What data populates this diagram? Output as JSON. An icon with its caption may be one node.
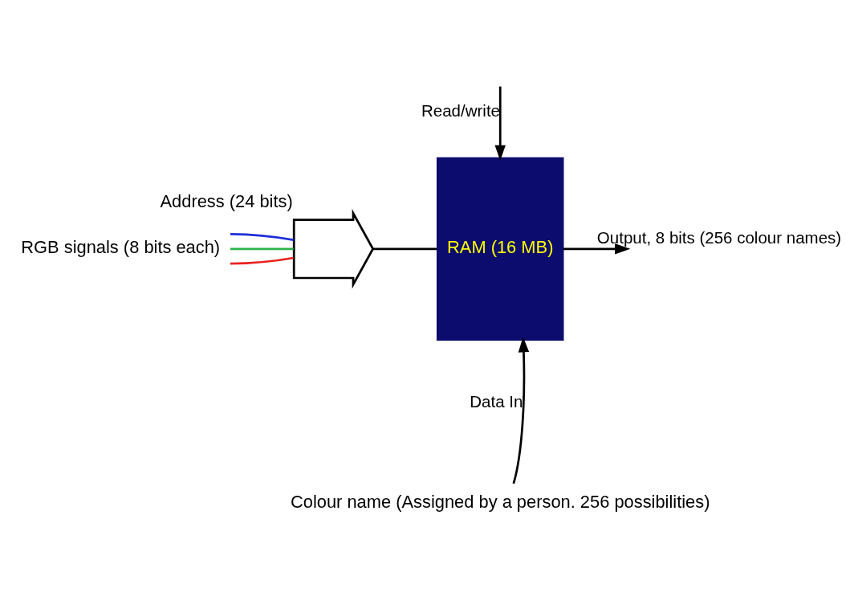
{
  "diagram": {
    "nodes": [
      {
        "text": [
          "RAM (16 MB)"
        ]
      },
      {
        "text": [
          "RGB signals (8 bits each)"
        ]
      },
      {
        "text": [],
        "shape": "arrow",
        "beside": [
          "Address (24 bits)"
        ]
      },
      {
        "text": [
          "Colour name (Assigned by a person. 256 possibilities)"
        ]
      }
    ],
    "edges": [
      {
        "from": null,
        "to": 0,
        "arrow": "to",
        "label": "Read/write"
      },
      {
        "from": 1,
        "to": 2,
        "arrow": "none",
        "color": "#e8211f"
      },
      {
        "from": 1,
        "to": 2,
        "arrow": "none",
        "color": "#2db34a"
      },
      {
        "from": 1,
        "to": 2,
        "arrow": "none",
        "color": "#1f2fd9"
      },
      {
        "from": 2,
        "to": 0,
        "arrow": "none"
      },
      {
        "from": 0,
        "to": null,
        "arrow": "to",
        "label": "Output, 8 bits (256 colour names)"
      },
      {
        "from": 3,
        "to": 0,
        "arrow": "to",
        "label": "Data In"
      }
    ]
  }
}
